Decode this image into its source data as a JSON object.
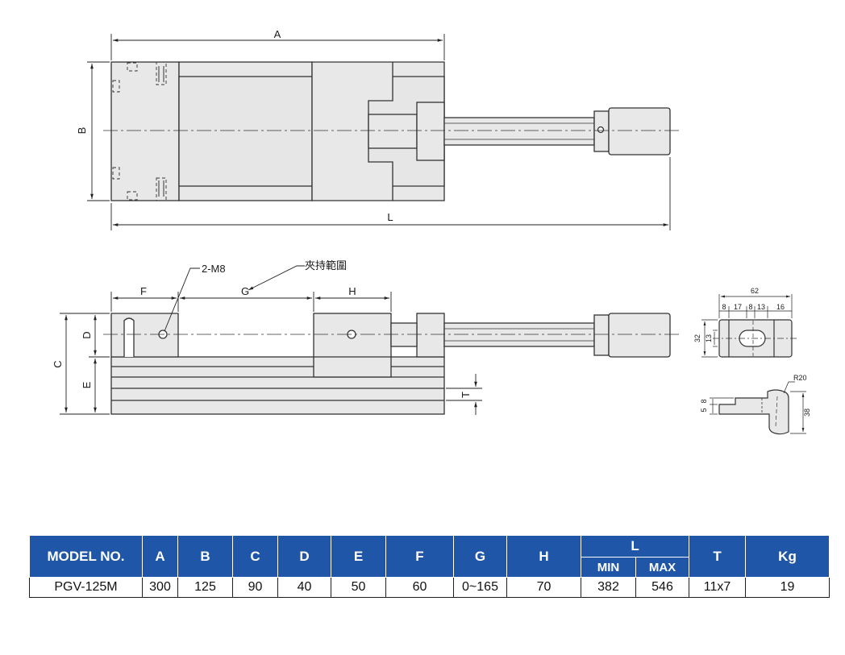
{
  "labels": {
    "A": "A",
    "B": "B",
    "C": "C",
    "D": "D",
    "E": "E",
    "F": "F",
    "G": "G",
    "H": "H",
    "L": "L",
    "T": "T",
    "m8": "2-M8",
    "clamp": "夾持範圍",
    "d62": "62",
    "d8a": "8",
    "d17": "17",
    "d8b": "8",
    "d13a": "13",
    "d16": "16",
    "d32": "32",
    "d13b": "13",
    "r20": "R20",
    "d8c": "8",
    "d5": "5",
    "d38": "38"
  },
  "table": {
    "headers": {
      "model": "MODEL NO.",
      "A": "A",
      "B": "B",
      "C": "C",
      "D": "D",
      "E": "E",
      "F": "F",
      "G": "G",
      "H": "H",
      "L": "L",
      "min": "MIN",
      "max": "MAX",
      "T": "T",
      "kg": "Kg"
    },
    "row": {
      "model": "PGV-125M",
      "A": "300",
      "B": "125",
      "C": "90",
      "D": "40",
      "E": "50",
      "F": "60",
      "G": "0~165",
      "H": "70",
      "Lmin": "382",
      "Lmax": "546",
      "T": "11x7",
      "kg": "19"
    }
  },
  "colors": {
    "header_bg": "#1f56a8",
    "header_text": "#ffffff",
    "body_fill": "#e8e8e8"
  }
}
